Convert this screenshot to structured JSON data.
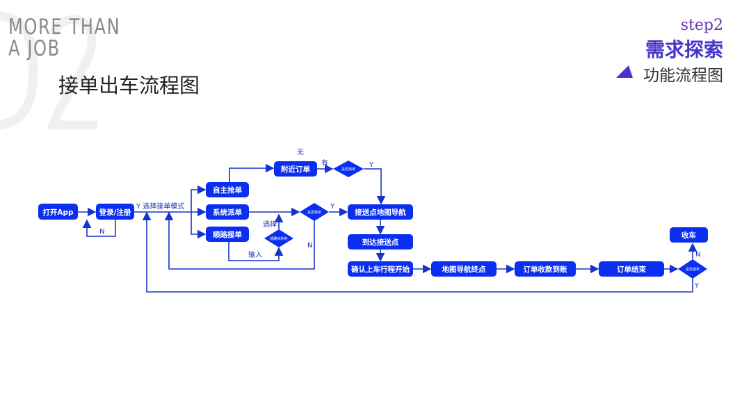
{
  "header": {
    "watermark": "02",
    "tagline_line1": "MORE THAN",
    "tagline_line2": "A JOB",
    "title": "接单出车流程图"
  },
  "section": {
    "step": "step2",
    "name": "需求探索",
    "subtitle": "功能流程图"
  },
  "colors": {
    "node": "#0a2ff0",
    "line": "#1634cc",
    "accent": "#4536c9"
  },
  "flow": {
    "nodes": {
      "open_app": "打开App",
      "login": "登录/注册",
      "self_grab": "自主抢单",
      "system_dispatch": "系统派单",
      "ride_along": "顺路接单",
      "nearby_orders": "附近订单",
      "navigate_pickup": "接送点地图导航",
      "arrive_pickup": "到达接送点",
      "confirm_start": "确认上车行程开始",
      "navigate_dest": "地图导航终点",
      "payment": "订单收款到账",
      "order_end": "订单结束",
      "finish": "收车"
    },
    "decisions": {
      "accept_top": "是否接单",
      "accept_mid": "是否接单",
      "destination": "顺路目的地",
      "accept_end": "是否接单"
    },
    "labels": {
      "mode": "Y 选择接单模式",
      "login_no": "N",
      "none": "无",
      "has": "有",
      "y_top": "Y",
      "y_mid": "Y",
      "n_mid": "N",
      "choose": "选择",
      "input": "输入",
      "n_end": "N",
      "y_end": "Y"
    }
  }
}
